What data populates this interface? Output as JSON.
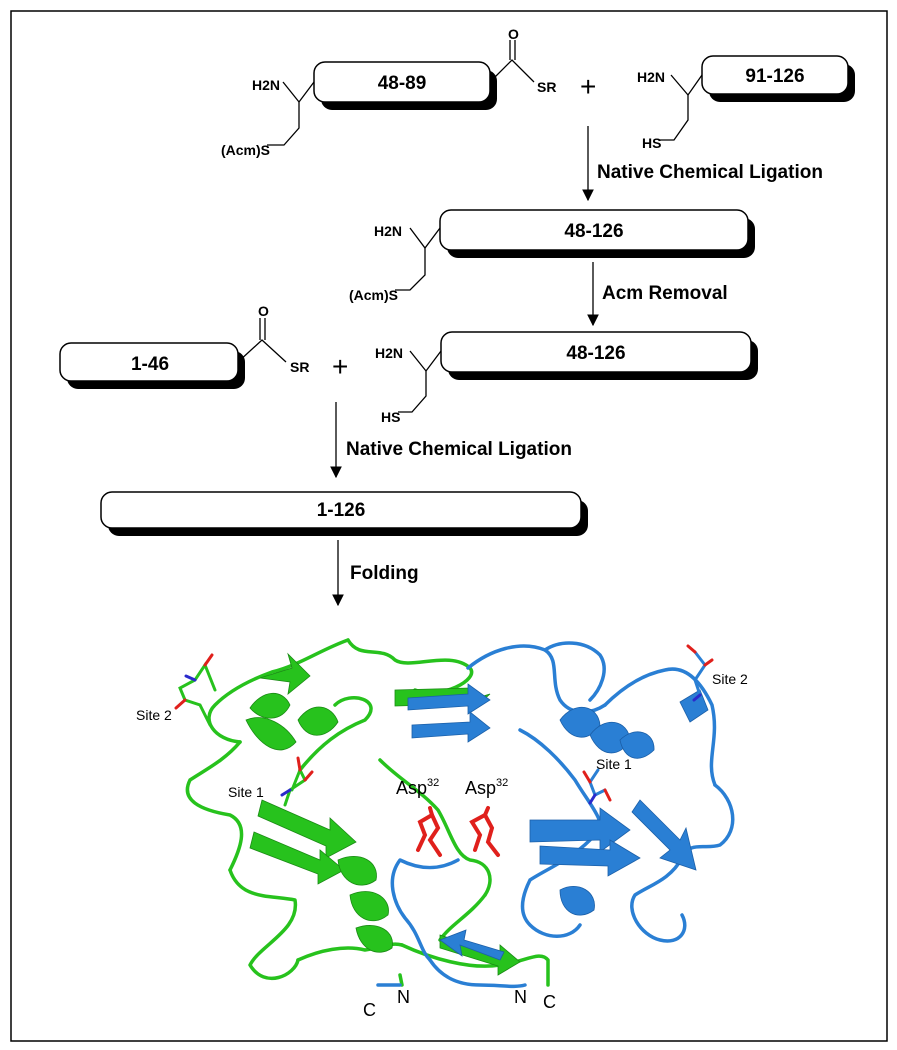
{
  "peptides": {
    "p48_89": "48-89",
    "p91_126": "91-126",
    "p48_126_a": "48-126",
    "p48_126_b": "48-126",
    "p1_46": "1-46",
    "p1_126": "1-126"
  },
  "chem": {
    "h2n": "H2N",
    "acms": "(Acm)S",
    "hs": "HS",
    "sr": "SR",
    "o": "O",
    "plus": "+"
  },
  "steps": {
    "ligation_1": "Native Chemical Ligation",
    "acm_removal": "Acm Removal",
    "ligation_2": "Native Chemical Ligation",
    "folding": "Folding"
  },
  "structure": {
    "site2_left": "Site 2",
    "site2_right": "Site 2",
    "site1_left": "Site 1",
    "site1_right": "Site 1",
    "asp_left": "Asp",
    "asp_right": "Asp",
    "asp_sup": "32",
    "c_left": "C",
    "n_left": "N",
    "n_right": "N",
    "c_right": "C"
  },
  "colors": {
    "chain_a": "#27c21d",
    "chain_b": "#2a7fd4",
    "asp": "#e0201c",
    "oxygen": "#e0201c",
    "nitrogen": "#2a2acc"
  }
}
